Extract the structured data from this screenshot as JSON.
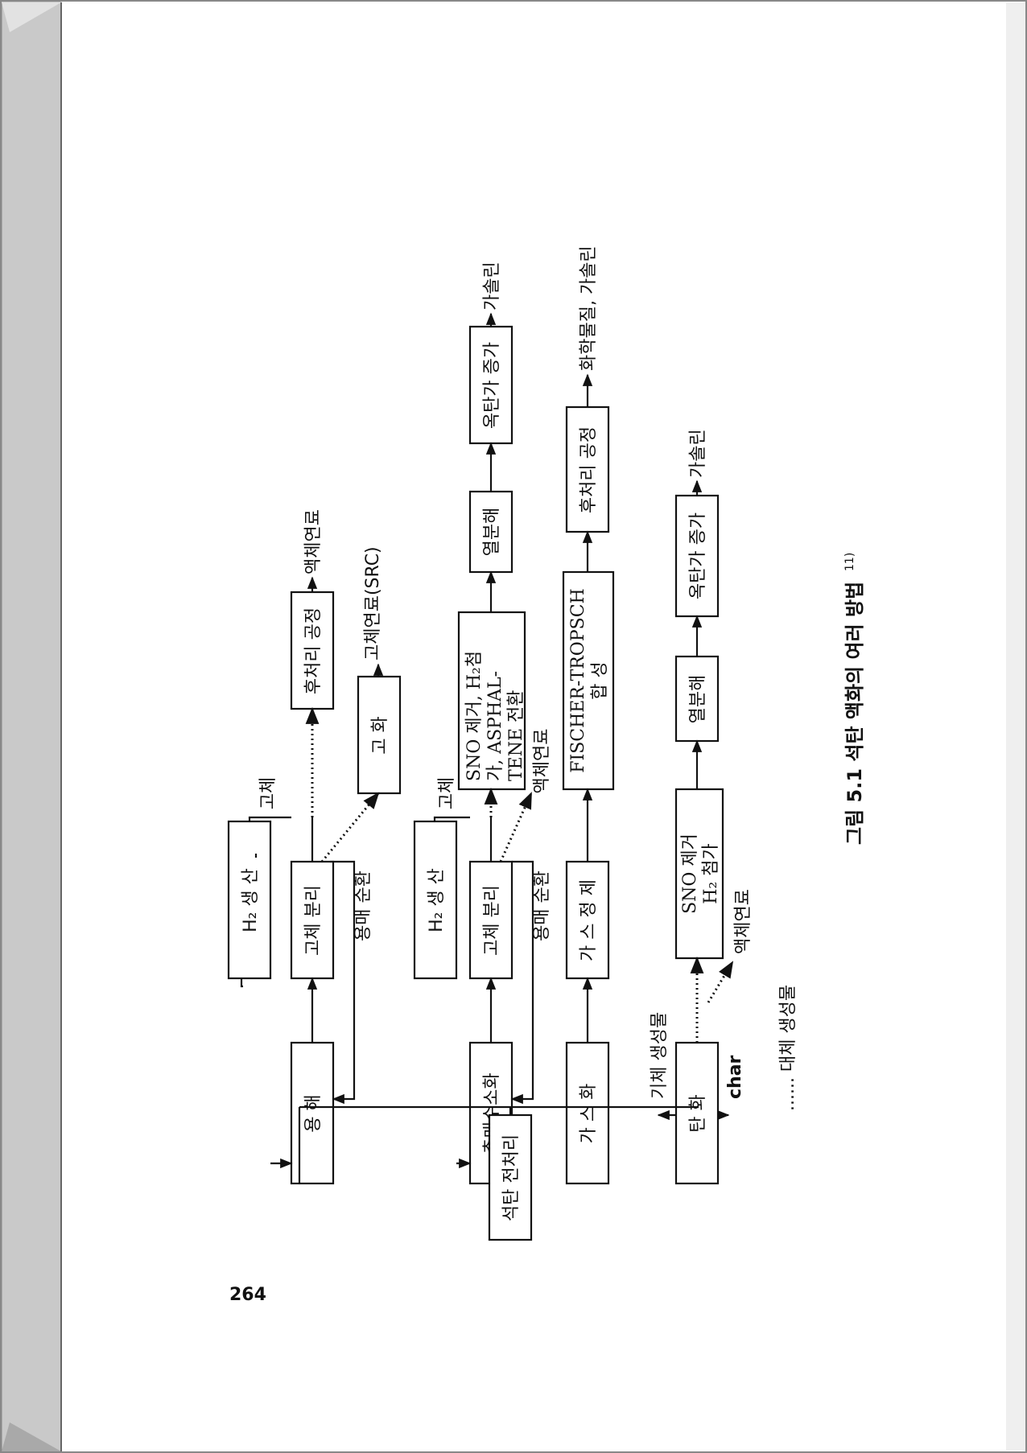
{
  "page_number": "264",
  "caption": "그림 5.1   석탄 액화의 여러 방법",
  "caption_sup": "11)",
  "legend": "...... 대체 생성물",
  "pretreatment": "석탄 전처리",
  "row1": {
    "dissolve": "용       해",
    "h2_gen": "H₂   생      산",
    "solid_sep": "고체   분리",
    "solid_label": "고체",
    "post": "후처리 공정",
    "output": "액체연료",
    "solidify": "고      화",
    "solid_output": "고체연료(SRC)",
    "recycle": "용매 순환"
  },
  "row2": {
    "hydro": "촉매수소화",
    "h2_gen": "H₂   생      산",
    "solid_sep": "고체   분리",
    "solid_label": "고체",
    "sno_l1": "SNO 제거, H₂첨",
    "sno_l2": "가,   ASPHAL-",
    "sno_l3": "TENE 전환",
    "liquid_fuel": "액체연료",
    "pyrolysis": "열분해",
    "upgrade": "옥탄가 증가",
    "output": "가솔린",
    "recycle": "용매 순환"
  },
  "row3": {
    "gasify": "가   스   화",
    "gas_clean": "가 스 정 제",
    "ft_l1": "FISCHER-TROPSCH",
    "ft_l2": "합               성",
    "post": "후처리 공정",
    "output": "화학물질, 가솔린"
  },
  "row4": {
    "carbonize": "탄        화",
    "gas_product": "기체 생성물",
    "char": "char",
    "liquid_fuel": "액체연료",
    "sno_l1": "SNO 제거",
    "sno_l2": "H₂ 첨가",
    "pyrolysis": "열분해",
    "upgrade": "옥탄가 증가",
    "output": "가솔린"
  }
}
